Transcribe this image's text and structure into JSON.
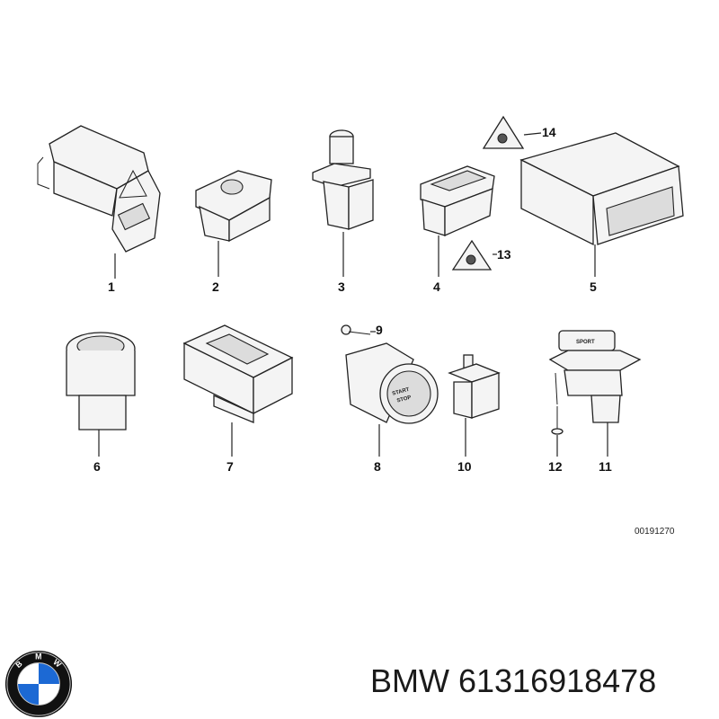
{
  "diagram": {
    "id_code": "00191270",
    "parts": [
      {
        "n": "1"
      },
      {
        "n": "2"
      },
      {
        "n": "3"
      },
      {
        "n": "4"
      },
      {
        "n": "5"
      },
      {
        "n": "6"
      },
      {
        "n": "7"
      },
      {
        "n": "8"
      },
      {
        "n": "9"
      },
      {
        "n": "10"
      },
      {
        "n": "11"
      },
      {
        "n": "12"
      },
      {
        "n": "13"
      },
      {
        "n": "14"
      }
    ],
    "button_texts": {
      "start": "START",
      "stop": "STOP",
      "sport": "SPORT"
    }
  },
  "footer": {
    "brand_part": "BMW 61316918478",
    "logo_letters": [
      "B",
      "M",
      "W"
    ],
    "logo_colors": {
      "blue": "#1c69d4",
      "ring": "#111111",
      "white": "#ffffff"
    }
  }
}
